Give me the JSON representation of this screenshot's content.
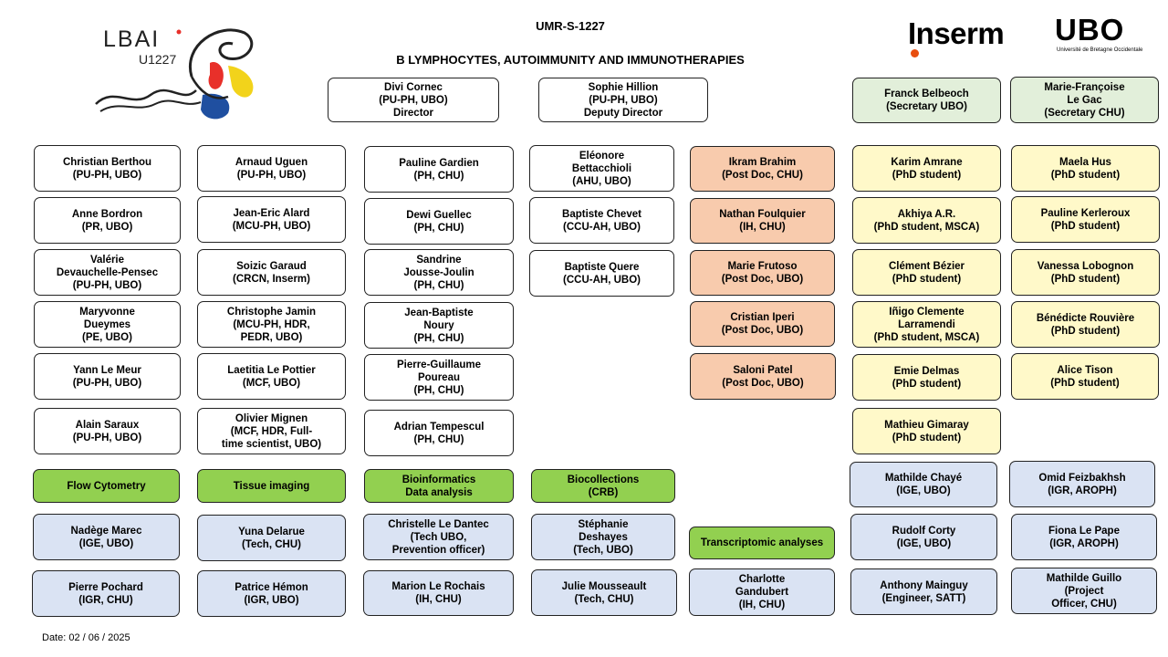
{
  "header": {
    "unit_code": "UMR-S-1227",
    "lab_title": "B LYMPHOCYTES, AUTOIMMUNITY AND IMMUNOTHERAPIES",
    "date": "Date:  02 / 06 / 2025"
  },
  "logos": {
    "lbai_text": "LBAI",
    "lbai_sub": "U1227",
    "inserm_text": "Inserm",
    "ubo_text": "UBO",
    "ubo_sub": "Université de Bretagne Occidentale"
  },
  "colors": {
    "white": "#ffffff",
    "blue": "#dae3f3",
    "orange": "#f8cbad",
    "yellow": "#fff9c9",
    "green": "#92d050",
    "pale_green": "#e2efda",
    "inserm_red": "#e84e0f"
  },
  "leadership": [
    {
      "name": "Divi Cornec",
      "role": "(PU-PH, UBO)\nDirector"
    },
    {
      "name": "Sophie Hillion",
      "role": "(PU-PH, UBO)\nDeputy Director"
    }
  ],
  "secretaries": [
    {
      "name": "Franck Belbeoch",
      "role": "(Secretary UBO)"
    },
    {
      "name": "Marie-Françoise\nLe Gac",
      "role": "(Secretary CHU)"
    }
  ],
  "col1": [
    {
      "name": "Christian Berthou",
      "role": "(PU-PH, UBO)"
    },
    {
      "name": "Anne Bordron",
      "role": "(PR, UBO)"
    },
    {
      "name": "Valérie\nDevauchelle-Pensec",
      "role": "(PU-PH, UBO)"
    },
    {
      "name": "Maryvonne\nDueymes",
      "role": "(PE, UBO)"
    },
    {
      "name": "Yann  Le Meur",
      "role": "(PU-PH, UBO)"
    },
    {
      "name": "Alain  Saraux",
      "role": "(PU-PH, UBO)"
    }
  ],
  "col2": [
    {
      "name": "Arnaud Uguen",
      "role": "(PU-PH, UBO)"
    },
    {
      "name": "Jean-Eric Alard",
      "role": "(MCU-PH,  UBO)"
    },
    {
      "name": "Soizic Garaud",
      "role": "(CRCN,  Inserm)"
    },
    {
      "name": "Christophe  Jamin",
      "role": "(MCU-PH, HDR,\nPEDR,  UBO)"
    },
    {
      "name": "Laetitia Le Pottier",
      "role": "(MCF,  UBO)"
    },
    {
      "name": "Olivier  Mignen",
      "role": "(MCF,  HDR,  Full-\ntime scientist, UBO)"
    }
  ],
  "col3": [
    {
      "name": "Pauline Gardien",
      "role": "(PH, CHU)"
    },
    {
      "name": "Dewi Guellec",
      "role": "(PH, CHU)"
    },
    {
      "name": "Sandrine\nJousse-Joulin",
      "role": "(PH,  CHU)"
    },
    {
      "name": "Jean-Baptiste\nNoury",
      "role": "(PH, CHU)"
    },
    {
      "name": "Pierre-Guillaume\nPoureau",
      "role": "(PH, CHU)"
    },
    {
      "name": "Adrian Tempescul",
      "role": "(PH, CHU)"
    }
  ],
  "col4": [
    {
      "name": "Eléonore\nBettacchioli",
      "role": "(AHU,  UBO)"
    },
    {
      "name": "Baptiste Chevet",
      "role": "(CCU-AH,  UBO)"
    },
    {
      "name": "Baptiste Quere",
      "role": "(CCU-AH,  UBO)"
    }
  ],
  "postdocs": [
    {
      "name": "Ikram Brahim",
      "role": "(Post Doc, CHU)"
    },
    {
      "name": "Nathan Foulquier",
      "role": "(IH, CHU)"
    },
    {
      "name": "Marie Frutoso",
      "role": "(Post Doc, UBO)"
    },
    {
      "name": "Cristian  Iperi",
      "role": "(Post Doc, UBO)"
    },
    {
      "name": "Saloni Patel",
      "role": "(Post Doc, UBO)"
    }
  ],
  "phd_col1": [
    {
      "name": "Karim Amrane",
      "role": "(PhD student)"
    },
    {
      "name": "Akhiya A.R.",
      "role": "(PhD student, MSCA)"
    },
    {
      "name": "Clément  Bézier",
      "role": "(PhD student)"
    },
    {
      "name": "Iñigo Clemente\nLarramendi",
      "role": "(PhD student, MSCA)"
    },
    {
      "name": "Emie Delmas",
      "role": "(PhD student)"
    },
    {
      "name": "Mathieu Gimaray",
      "role": "(PhD student)"
    }
  ],
  "phd_col2": [
    {
      "name": "Maela Hus",
      "role": "(PhD student)"
    },
    {
      "name": "Pauline Kerleroux",
      "role": "(PhD student)"
    },
    {
      "name": "Vanessa Lobognon",
      "role": "(PhD student)"
    },
    {
      "name": "Bénédicte  Rouvière",
      "role": "(PhD student)"
    },
    {
      "name": "Alice Tison",
      "role": "(PhD student)"
    }
  ],
  "platforms": [
    {
      "label": "Flow Cytometry"
    },
    {
      "label": "Tissue imaging"
    },
    {
      "label": "Bioinformatics\nData analysis"
    },
    {
      "label": "Biocollections\n(CRB)"
    },
    {
      "label": "Transcriptomic analyses"
    }
  ],
  "tech_rows": [
    [
      {
        "name": "Nadège Marec",
        "role": "(IGE,  UBO)"
      },
      {
        "name": "Yuna  Delarue",
        "role": "(Tech, CHU)"
      },
      {
        "name": "Christelle Le Dantec",
        "role": "(Tech UBO,\nPrevention officer)"
      },
      {
        "name": "Stéphanie\nDeshayes",
        "role": "(Tech, UBO)"
      }
    ],
    [
      {
        "name": "Pierre Pochard",
        "role": "(IGR,  CHU)"
      },
      {
        "name": "Patrice Hémon",
        "role": "(IGR,  UBO)"
      },
      {
        "name": "Marion Le Rochais",
        "role": "(IH, CHU)"
      },
      {
        "name": "Julie Mousseault",
        "role": "(Tech, CHU)"
      },
      {
        "name": "Charlotte\nGandubert",
        "role": "(IH, CHU)"
      }
    ]
  ],
  "engineers_col1": [
    {
      "name": "Mathilde  Chayé",
      "role": "(IGE,  UBO)"
    },
    {
      "name": "Rudolf  Corty",
      "role": "(IGE,  UBO)"
    },
    {
      "name": "Anthony  Mainguy",
      "role": "(Engineer,  SATT)"
    }
  ],
  "engineers_col2": [
    {
      "name": "Omid  Feizbakhsh",
      "role": "(IGR,  AROPH)"
    },
    {
      "name": "Fiona  Le Pape",
      "role": "(IGR,  AROPH)"
    },
    {
      "name": "Mathilde  Guillo",
      "role": "(Project\nOfficer, CHU)"
    }
  ]
}
